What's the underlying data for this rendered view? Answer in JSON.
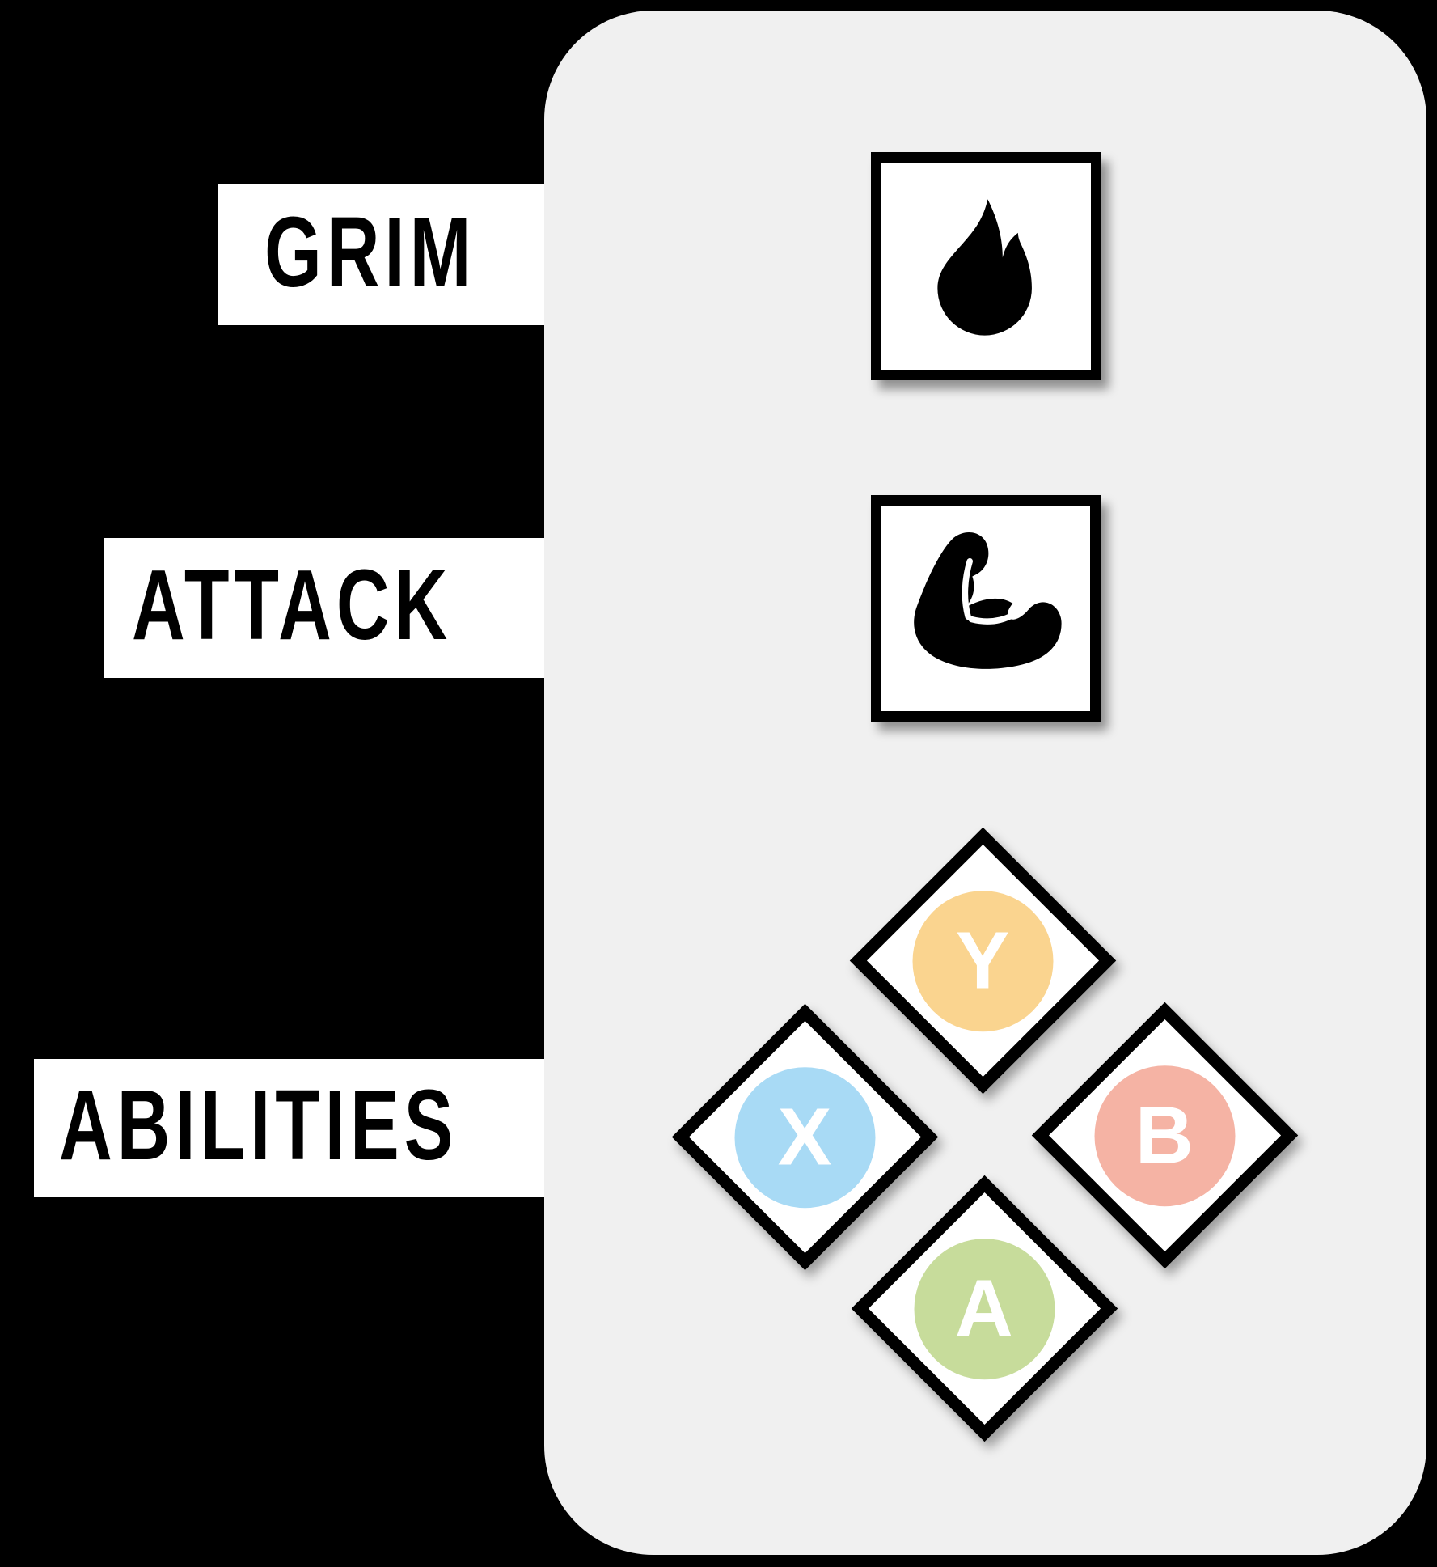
{
  "colors": {
    "background": "#000000",
    "panel": "#f0f0f0",
    "label_box": "#ffffff",
    "label_text": "#000000",
    "icon_box_border": "#000000",
    "button_letter": "#ffffff",
    "y_button": "#fad48f",
    "x_button": "#a8daf5",
    "b_button": "#f5b3a4",
    "a_button": "#c7dc9b"
  },
  "labels": {
    "grim": "GRIM",
    "attack": "ATTACK",
    "abilities": "ABILITIES"
  },
  "icon_slots": {
    "grim_icon": "flame-icon",
    "attack_icon": "flexed-biceps-icon"
  },
  "ability_buttons": [
    {
      "key": "Y",
      "label": "Y",
      "position": "top",
      "color": "#fad48f"
    },
    {
      "key": "X",
      "label": "X",
      "position": "left",
      "color": "#a8daf5"
    },
    {
      "key": "B",
      "label": "B",
      "position": "right",
      "color": "#f5b3a4"
    },
    {
      "key": "A",
      "label": "A",
      "position": "bottom",
      "color": "#c7dc9b"
    }
  ]
}
